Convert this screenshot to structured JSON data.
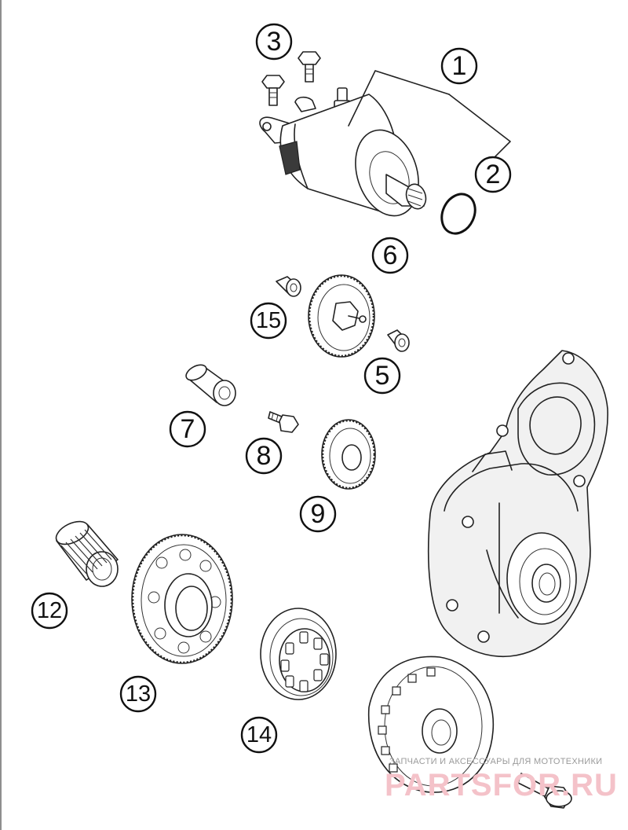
{
  "callouts": [
    {
      "id": "1",
      "label": "1"
    },
    {
      "id": "2",
      "label": "2"
    },
    {
      "id": "3",
      "label": "3"
    },
    {
      "id": "5",
      "label": "5"
    },
    {
      "id": "6",
      "label": "6"
    },
    {
      "id": "7",
      "label": "7"
    },
    {
      "id": "8",
      "label": "8"
    },
    {
      "id": "9",
      "label": "9"
    },
    {
      "id": "12",
      "label": "12"
    },
    {
      "id": "13",
      "label": "13"
    },
    {
      "id": "14",
      "label": "14"
    },
    {
      "id": "15",
      "label": "15"
    }
  ],
  "watermark": {
    "line": "ЗАПЧАСТИ И АКСЕССУАРЫ ДЛЯ МОТОТЕХНИКИ",
    "brand": "PARTSFOR.RU"
  }
}
